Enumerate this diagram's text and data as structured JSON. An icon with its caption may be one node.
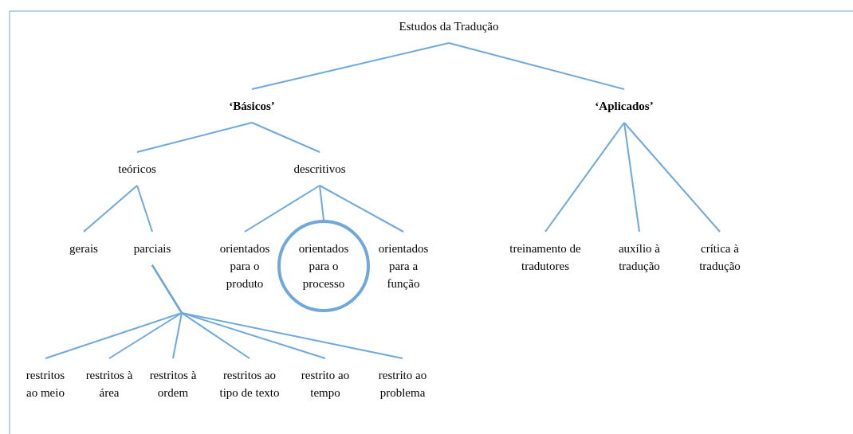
{
  "diagram": {
    "nodes": [
      {
        "text": [
          "Estudos da Tradução"
        ]
      },
      {
        "text": [
          "‘Básicos’"
        ]
      },
      {
        "text": [
          "‘Aplicados’"
        ]
      },
      {
        "text": [
          "teóricos"
        ]
      },
      {
        "text": [
          "descritivos"
        ]
      },
      {
        "text": [
          "gerais"
        ]
      },
      {
        "text": [
          "parciais"
        ]
      },
      {
        "text": [
          "orientados para o produto"
        ]
      },
      {
        "text": [
          "orientados para o processo"
        ]
      },
      {
        "text": [
          "orientados para a função"
        ]
      },
      {
        "text": [
          "treinamento de tradutores"
        ]
      },
      {
        "text": [
          "auxílio à tradução"
        ]
      },
      {
        "text": [
          "crítica à tradução"
        ]
      },
      {
        "text": [
          "restritos ao meio"
        ]
      },
      {
        "text": [
          "restritos à área"
        ]
      },
      {
        "text": [
          "restritos à ordem"
        ]
      },
      {
        "text": [
          "restritos ao tipo de texto"
        ]
      },
      {
        "text": [
          "restrito ao tempo"
        ]
      },
      {
        "text": [
          "restrito ao problema"
        ]
      }
    ],
    "edges": [
      {
        "from": 0,
        "to": 1,
        "arrow": "none"
      },
      {
        "from": 0,
        "to": 2,
        "arrow": "none"
      },
      {
        "from": 1,
        "to": 3,
        "arrow": "none"
      },
      {
        "from": 1,
        "to": 4,
        "arrow": "none"
      },
      {
        "from": 3,
        "to": 5,
        "arrow": "none"
      },
      {
        "from": 3,
        "to": 6,
        "arrow": "none"
      },
      {
        "from": 4,
        "to": 7,
        "arrow": "none"
      },
      {
        "from": 4,
        "to": 8,
        "arrow": "none"
      },
      {
        "from": 4,
        "to": 9,
        "arrow": "none"
      },
      {
        "from": 2,
        "to": 10,
        "arrow": "none"
      },
      {
        "from": 2,
        "to": 11,
        "arrow": "none"
      },
      {
        "from": 2,
        "to": 12,
        "arrow": "none"
      },
      {
        "from": 6,
        "to": 13,
        "arrow": "none"
      },
      {
        "from": 6,
        "to": 14,
        "arrow": "none"
      },
      {
        "from": 6,
        "to": 15,
        "arrow": "none"
      },
      {
        "from": 6,
        "to": 16,
        "arrow": "none"
      },
      {
        "from": 6,
        "to": 17,
        "arrow": "none"
      },
      {
        "from": 6,
        "to": 18,
        "arrow": "none"
      }
    ]
  }
}
